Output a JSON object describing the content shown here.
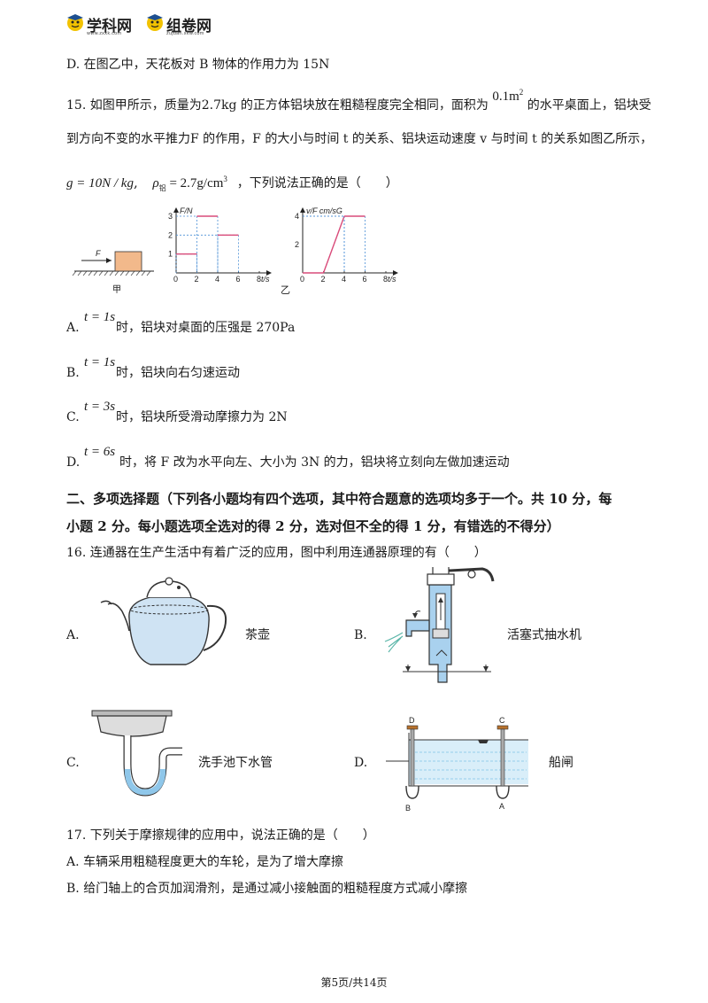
{
  "header": {
    "logo1_name": "学科网",
    "logo1_sub": "www.zxxk.com",
    "logo2_name": "组卷网",
    "logo2_sub": "zujuan.xkw.com"
  },
  "q14": {
    "option_d": "D. 在图乙中，天花板对 B 物体的作用力为 15N"
  },
  "q15": {
    "line1_a": "15. 如图甲所示，质量为2.7kg 的正方体铝块放在粗糙程度完全相同，面积为",
    "area": "0.1m",
    "area_exp": "2",
    "line1_b": "的水平桌面上，铝块受",
    "line2": "到方向不变的水平推力F 的作用，F 的大小与时间 t 的关系、铝块运动速度 v 与时间 t 的关系如图乙所示，",
    "g_formula": "g = 10N / kg",
    "comma": ",",
    "rho_symbol": "ρ",
    "rho_sub": "铝",
    "rho_value": "= 2.7g/cm",
    "rho_exp": "3",
    "line3_b": "，下列说法正确的是（　　）",
    "fig_jia": {
      "force_label": "F",
      "caption": "甲"
    },
    "fig_yi_caption": "乙",
    "options": [
      {
        "letter": "A.",
        "formula": "t = 1s",
        "text": "时，铝块对桌面的压强是 270Pa"
      },
      {
        "letter": "B.",
        "formula": "t = 1s",
        "text": "时，铝块向右匀速运动"
      },
      {
        "letter": "C.",
        "formula": "t = 3s",
        "text": "时，铝块所受滑动摩擦力为 2N"
      },
      {
        "letter": "D.",
        "formula": "t = 6s",
        "text": "时，将 F 改为水平向左、大小为 3N 的力，铝块将立刻向左做加速运动"
      }
    ]
  },
  "section2": {
    "line1": "二、多项选择题（下列各小题均有四个选项，其中符合题意的选项均多于一个。共 10 分，每",
    "line2": "小题 2 分。每小题选项全选对的得 2 分，选对但不全的得 1 分，有错选的不得分）"
  },
  "q16": {
    "stem": "16. 连通器在生产生活中有着广泛的应用，图中利用连通器原理的有（　　）",
    "options": [
      {
        "letter": "A.",
        "caption": "茶壶"
      },
      {
        "letter": "B.",
        "caption": "活塞式抽水机"
      },
      {
        "letter": "C.",
        "caption": "洗手池下水管"
      },
      {
        "letter": "D.",
        "caption": "船闸"
      }
    ],
    "lock_labels": {
      "d": "D",
      "c": "C",
      "b": "B",
      "a": "A"
    }
  },
  "q17": {
    "stem": "17. 下列关于摩擦规律的应用中，说法正确的是（　　）",
    "option_a": "A. 车辆采用粗糙程度更大的车轮，是为了增大摩擦",
    "option_b": "B. 给门轴上的合页加润滑剂，是通过减小接触面的粗糙程度方式减小摩擦"
  },
  "footer": "第5页/共14页",
  "chart_data": [
    {
      "type": "line",
      "xlabel": "t/s",
      "ylabel": "F/N",
      "xticks": [
        0,
        2,
        4,
        6,
        8
      ],
      "yticks": [
        1,
        2,
        3
      ],
      "segments": [
        {
          "x": [
            0,
            2
          ],
          "y": [
            1,
            1
          ]
        },
        {
          "x": [
            2,
            4
          ],
          "y": [
            3,
            3
          ]
        },
        {
          "x": [
            4,
            6
          ],
          "y": [
            2,
            2
          ]
        }
      ],
      "xlim": [
        0,
        8
      ],
      "ylim": [
        0,
        3
      ]
    },
    {
      "type": "line",
      "xlabel": "t/s",
      "ylabel": "v/F cm/sG",
      "xticks": [
        0,
        2,
        4,
        6,
        8
      ],
      "yticks": [
        2,
        4
      ],
      "segments": [
        {
          "x": [
            0,
            2
          ],
          "y": [
            0,
            0
          ]
        },
        {
          "x": [
            2,
            4
          ],
          "y": [
            0,
            4
          ]
        },
        {
          "x": [
            4,
            6
          ],
          "y": [
            4,
            4
          ]
        }
      ],
      "xlim": [
        0,
        8
      ],
      "ylim": [
        0,
        4
      ]
    }
  ]
}
